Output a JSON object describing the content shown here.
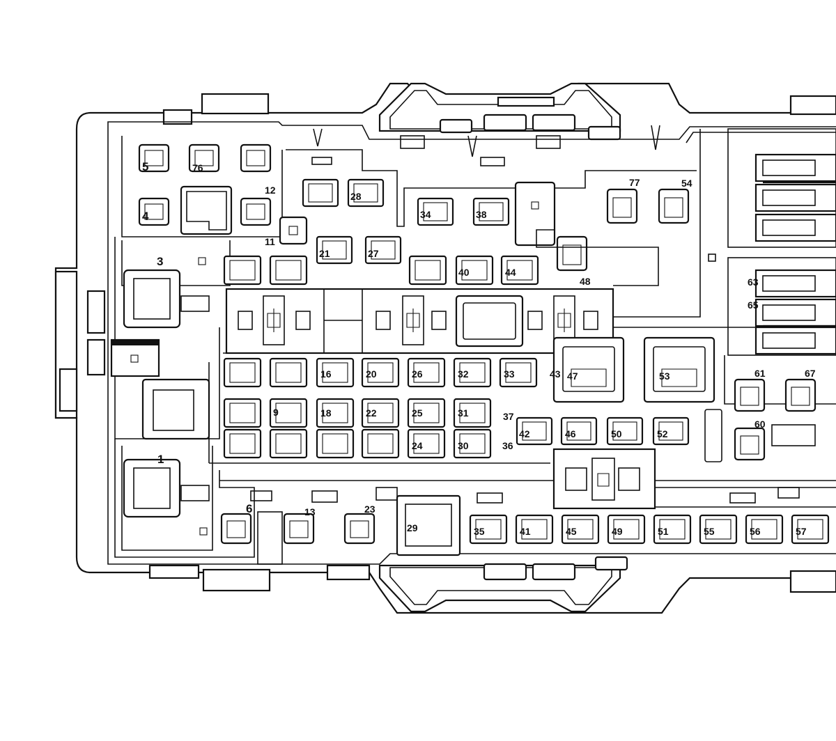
{
  "labels": {
    "l1": "1",
    "l3": "3",
    "l4": "4",
    "l5": "5",
    "l6": "6",
    "l9": "9",
    "l11": "11",
    "l12": "12",
    "l13": "13",
    "l16": "16",
    "l18": "18",
    "l20": "20",
    "l21": "21",
    "l22": "22",
    "l23": "23",
    "l24": "24",
    "l25": "25",
    "l26": "26",
    "l27": "27",
    "l28": "28",
    "l29": "29",
    "l30": "30",
    "l31": "31",
    "l32": "32",
    "l33": "33",
    "l34": "34",
    "l35": "35",
    "l36": "36",
    "l37": "37",
    "l38": "38",
    "l40": "40",
    "l41": "41",
    "l42": "42",
    "l43": "43",
    "l44": "44",
    "l45": "45",
    "l46": "46",
    "l47": "47",
    "l48": "48",
    "l49": "49",
    "l50": "50",
    "l51": "51",
    "l52": "52",
    "l53": "53",
    "l54": "54",
    "l55": "55",
    "l56": "56",
    "l57": "57",
    "l60": "60",
    "l61": "61",
    "l63": "63",
    "l65": "65",
    "l67": "67",
    "l76": "76",
    "l77": "77"
  }
}
